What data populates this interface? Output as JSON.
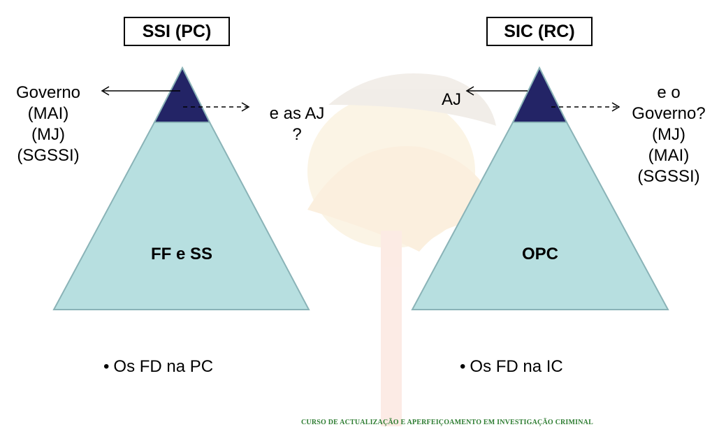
{
  "left_panel": {
    "title": "SSI (PC)",
    "base_label": "FF e SS",
    "side_left_lines": [
      "Governo",
      "(MAI)",
      "(MJ)",
      "(SGSSI)"
    ],
    "side_right_lines": [
      "e as AJ",
      "?"
    ],
    "bullet": "Os FD na PC"
  },
  "right_panel": {
    "title": "SIC (RC)",
    "base_label": "OPC",
    "side_left_lines": [
      "AJ"
    ],
    "side_right_lines": [
      "e o",
      "Governo?",
      "(MJ)",
      "(MAI)",
      "(SGSSI)"
    ],
    "bullet": "Os FD na IC"
  },
  "footer": "CURSO DE ACTUALIZAÇÃO E APERFEIÇOAMENTO EM INVESTIGAÇÃO CRIMINAL",
  "colors": {
    "triangle_base": "#b7dfe0",
    "triangle_top": "#232466",
    "triangle_stroke": "#8ab3b7",
    "footer": "#2e7d32",
    "watermark": "#f4d9a4"
  }
}
